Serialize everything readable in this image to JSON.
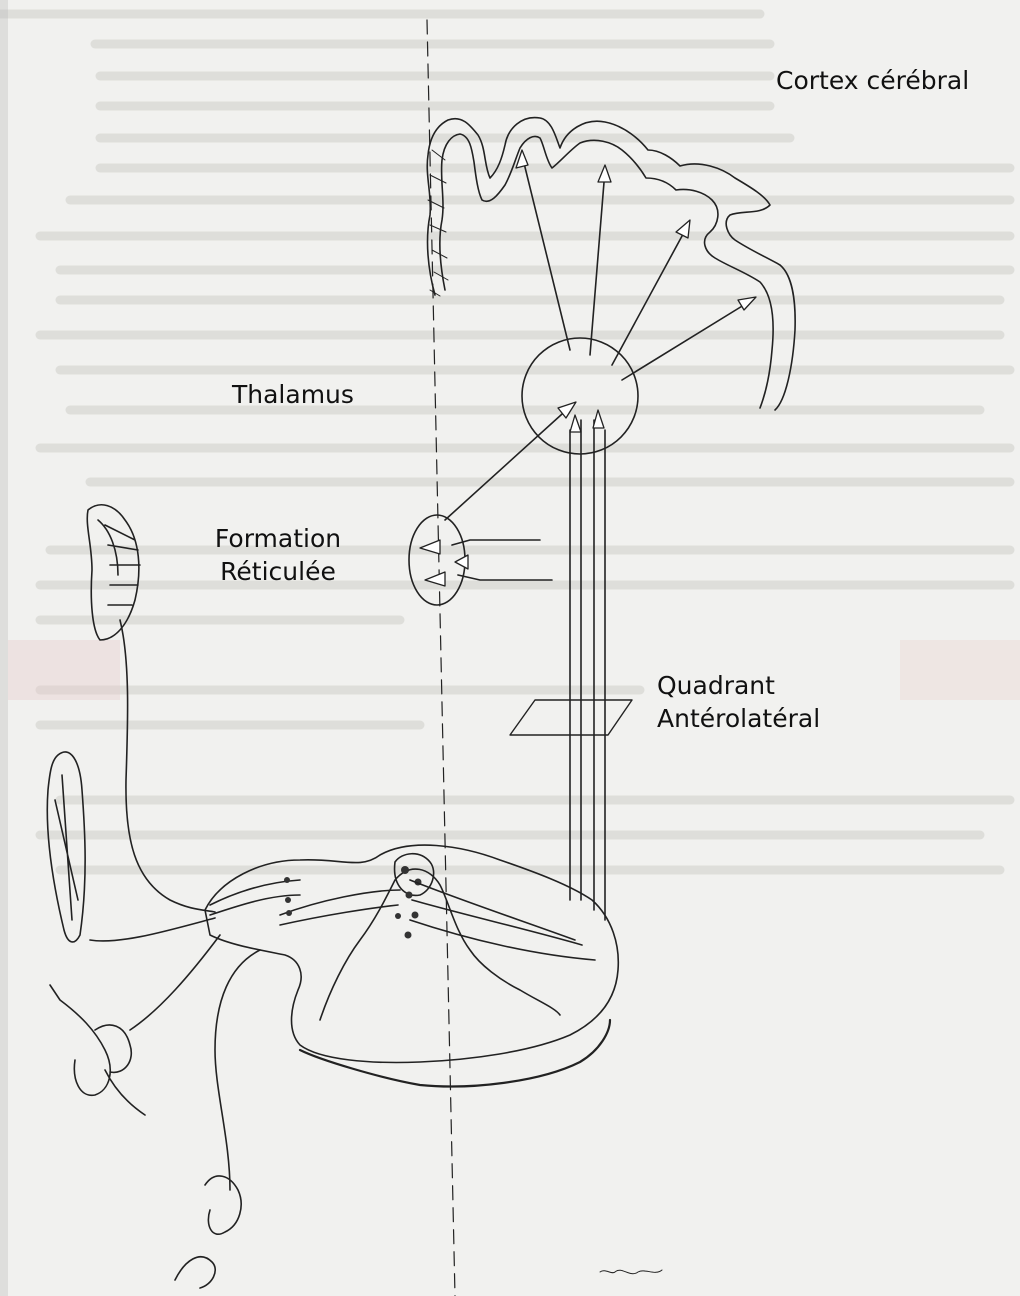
{
  "labels": {
    "cortex": "Cortex cérébral",
    "thalamus": "Thalamus",
    "formation": [
      "Formation",
      "Réticulée"
    ],
    "quadrant": [
      "Quadrant",
      "Antérolatéral"
    ]
  }
}
